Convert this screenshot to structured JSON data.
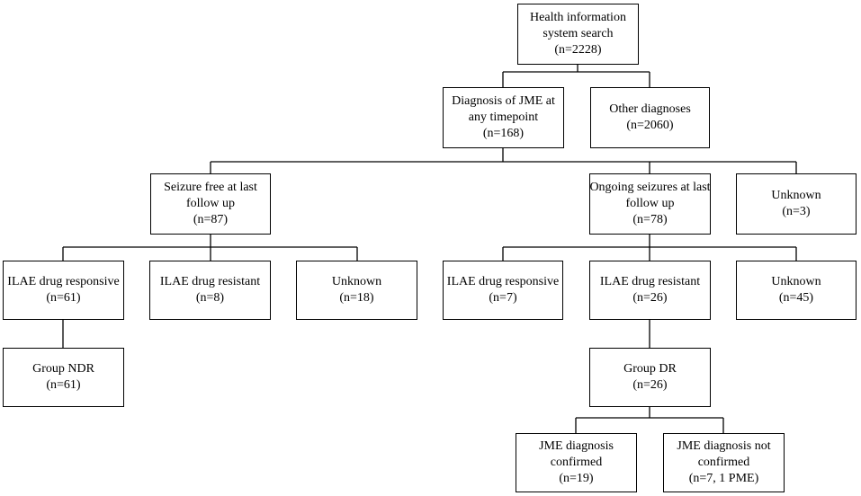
{
  "nodes": {
    "his": {
      "lines": [
        "Health information",
        "system search",
        "(n=2228)"
      ]
    },
    "jme": {
      "lines": [
        "Diagnosis of JME at",
        "any timepoint",
        "(n=168)"
      ]
    },
    "other": {
      "lines": [
        "Other diagnoses",
        "(n=2060)"
      ]
    },
    "sf": {
      "lines": [
        "Seizure free at last",
        "follow up",
        "(n=87)"
      ]
    },
    "os": {
      "lines": [
        "Ongoing seizures at last",
        "follow up",
        "(n=78)"
      ]
    },
    "unk3": {
      "lines": [
        "Unknown",
        "(n=3)"
      ]
    },
    "sf_resp": {
      "lines": [
        "ILAE drug responsive",
        "(n=61)"
      ]
    },
    "sf_resist": {
      "lines": [
        "ILAE drug resistant",
        "(n=8)"
      ]
    },
    "sf_unk": {
      "lines": [
        "Unknown",
        "(n=18)"
      ]
    },
    "os_resp": {
      "lines": [
        "ILAE drug responsive",
        "(n=7)"
      ]
    },
    "os_resist": {
      "lines": [
        "ILAE drug resistant",
        "(n=26)"
      ]
    },
    "os_unk": {
      "lines": [
        "Unknown",
        "(n=45)"
      ]
    },
    "ndr": {
      "lines": [
        "Group NDR",
        "(n=61)"
      ]
    },
    "dr": {
      "lines": [
        "Group DR",
        "(n=26)"
      ]
    },
    "conf": {
      "lines": [
        "JME diagnosis",
        "confirmed",
        "(n=19)"
      ]
    },
    "notconf": {
      "lines": [
        "JME diagnosis not",
        "confirmed",
        "(n=7, 1 PME)"
      ]
    }
  }
}
